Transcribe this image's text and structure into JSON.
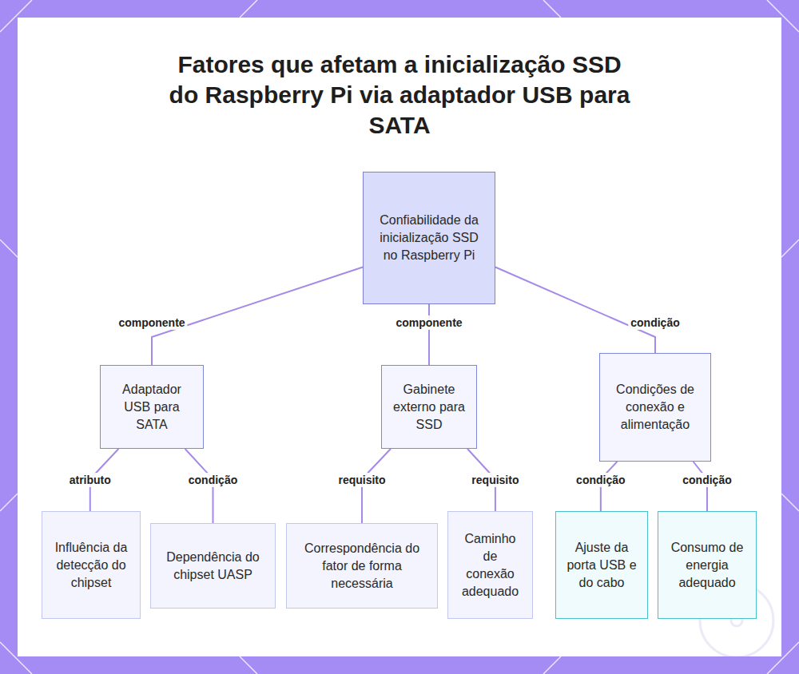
{
  "diagram": {
    "title": "Fatores que afetam a inicialização SSD do Raspberry Pi via adaptador USB para SATA",
    "nodes": [
      {
        "text": [
          "Confiabilidade da inicialização SSD no Raspberry Pi"
        ]
      },
      {
        "text": [
          "Adaptador USB para SATA"
        ]
      },
      {
        "text": [
          "Gabinete externo para SSD"
        ]
      },
      {
        "text": [
          "Condições de conexão e alimentação"
        ]
      },
      {
        "text": [
          "Influência da detecção do chipset"
        ]
      },
      {
        "text": [
          "Dependência do chipset UASP"
        ]
      },
      {
        "text": [
          "Correspondência do fator de forma necessária"
        ]
      },
      {
        "text": [
          "Caminho de conexão adequado"
        ]
      },
      {
        "text": [
          "Ajuste da porta USB e do cabo"
        ]
      },
      {
        "text": [
          "Consumo de energia adequado"
        ]
      }
    ],
    "edges": [
      {
        "from": 0,
        "to": 1,
        "label": "componente",
        "arrow": "none"
      },
      {
        "from": 0,
        "to": 2,
        "label": "componente",
        "arrow": "none"
      },
      {
        "from": 0,
        "to": 3,
        "label": "condição",
        "arrow": "none"
      },
      {
        "from": 1,
        "to": 4,
        "label": "atributo",
        "arrow": "none"
      },
      {
        "from": 1,
        "to": 5,
        "label": "condição",
        "arrow": "none"
      },
      {
        "from": 2,
        "to": 6,
        "label": "requisito",
        "arrow": "none"
      },
      {
        "from": 2,
        "to": 7,
        "label": "requisito",
        "arrow": "none"
      },
      {
        "from": 3,
        "to": 8,
        "label": "condição",
        "arrow": "none"
      },
      {
        "from": 3,
        "to": 9,
        "label": "condição",
        "arrow": "none"
      }
    ]
  }
}
